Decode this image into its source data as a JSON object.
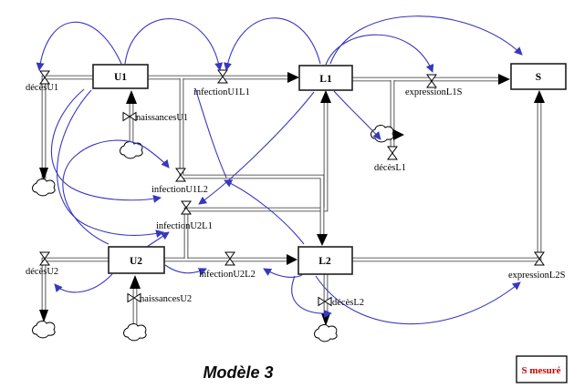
{
  "diagram": {
    "title": "Modèle 3",
    "legend": {
      "text": "S mesuré",
      "text_color": "#cc0000"
    },
    "colors": {
      "background": "#ffffff",
      "pipe": "#2e2e2e",
      "influence_link": "#3737c0",
      "valve_fill": "#ffffff",
      "legend_text": "#cc0000"
    },
    "stocks": [
      {
        "id": "U1",
        "label": "U1"
      },
      {
        "id": "L1",
        "label": "L1"
      },
      {
        "id": "S",
        "label": "S"
      },
      {
        "id": "U2",
        "label": "U2"
      },
      {
        "id": "L2",
        "label": "L2"
      }
    ],
    "flows": [
      {
        "id": "decesU1",
        "label": "décèsU1",
        "from": "U1",
        "to": "cloud"
      },
      {
        "id": "naissancesU1",
        "label": "naissancesU1",
        "from": "cloud",
        "to": "U1"
      },
      {
        "id": "infectionU1L1",
        "label": "infectionU1L1",
        "from": "U1",
        "to": "L1"
      },
      {
        "id": "infectionU1L2",
        "label": "infectionU1L2",
        "from": "U1",
        "to": "L2"
      },
      {
        "id": "infectionU2L1",
        "label": "infectionU2L1",
        "from": "U2",
        "to": "L1"
      },
      {
        "id": "decesL1",
        "label": "décèsL1",
        "from": "L1",
        "to": "cloud"
      },
      {
        "id": "expressionL1S",
        "label": "expressionL1S",
        "from": "L1",
        "to": "S"
      },
      {
        "id": "decesU2",
        "label": "décèsU2",
        "from": "U2",
        "to": "cloud"
      },
      {
        "id": "naissancesU2",
        "label": "naissancesU2",
        "from": "cloud",
        "to": "U2"
      },
      {
        "id": "infectionU2L2",
        "label": "infectionU2L2",
        "from": "U2",
        "to": "L2"
      },
      {
        "id": "decesL2",
        "label": "décèsL2",
        "from": "L2",
        "to": "cloud"
      },
      {
        "id": "expressionL2S",
        "label": "expressionL2S",
        "from": "L2",
        "to": "S"
      }
    ],
    "influence_links": [
      {
        "from": "U1",
        "to": "decesU1"
      },
      {
        "from": "U1",
        "to": "infectionU1L1"
      },
      {
        "from": "L1",
        "to": "infectionU1L1"
      },
      {
        "from": "L1",
        "to": "expressionL1S"
      },
      {
        "from": "L1",
        "to": "S"
      },
      {
        "from": "L1",
        "to": "decesL1"
      },
      {
        "from": "L1",
        "to": "infectionU2L1"
      },
      {
        "from": "U1",
        "to": "infectionU1L2"
      },
      {
        "from": "U1",
        "to": "infectionU2L1"
      },
      {
        "from": "U2",
        "to": "infectionU1L2"
      },
      {
        "from": "U2",
        "to": "infectionU2L1"
      },
      {
        "from": "L2",
        "to": "infectionU1L2"
      },
      {
        "from": "U2",
        "to": "decesU2"
      },
      {
        "from": "U2",
        "to": "infectionU2L2"
      },
      {
        "from": "L2",
        "to": "infectionU2L2"
      },
      {
        "from": "L2",
        "to": "decesL2"
      },
      {
        "from": "L2",
        "to": "expressionL2S"
      }
    ],
    "cloud_count": 6
  }
}
